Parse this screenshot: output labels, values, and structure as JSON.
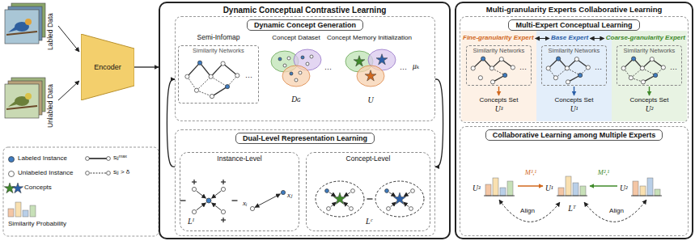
{
  "diagram": {
    "nodes": [
      {
        "text": [
          "Encoder"
        ]
      },
      {
        "text": [
          "Dynamic Conceptual Contrastive Learning"
        ]
      },
      {
        "text": [
          "Dynamic Concept Generation"
        ],
        "in": 1
      },
      {
        "text": [
          "Similarity Networks"
        ],
        "in": 2
      },
      {
        "text": [
          "Dual-Level Representation Learning"
        ],
        "in": 1
      },
      {
        "text": [
          "Instance-Level"
        ],
        "in": 4
      },
      {
        "text": [
          "Concept-Level"
        ],
        "in": 4
      },
      {
        "text": [
          "Multi-granularity Experts Collaborative Learning"
        ]
      },
      {
        "text": [
          "Multi-Expert Conceptual Learning"
        ],
        "in": 7
      },
      {
        "text": [
          "Similarity Networks"
        ],
        "in": 8
      },
      {
        "text": [
          "Similarity Networks"
        ],
        "in": 8
      },
      {
        "text": [
          "Similarity Networks"
        ],
        "in": 8
      },
      {
        "text": [
          "Collaborative Learning among Multiple Experts"
        ],
        "in": 7
      }
    ],
    "edges": [
      {
        "from": 0,
        "to": 1,
        "arrow": "to"
      },
      {
        "from": 4,
        "to": 2,
        "arrow": "to"
      },
      {
        "from": 2,
        "to": 4,
        "arrow": "to"
      }
    ],
    "labels": [
      "Labled Data",
      "Unlabled Data",
      "Semi-Infomap",
      "···",
      "Concept Dataset",
      "Dɢ",
      "···",
      "Concept Memory Initialization",
      "U",
      "···",
      "μₖ",
      "xᵢ",
      "xⱼ",
      "Lᴵ",
      "Lᶜ",
      "Fine-granularity Expert",
      "Base Expert",
      "Coarse-granularity Expert",
      "···",
      "···",
      "···",
      "Concepts Set",
      "Concepts Set",
      "Concepts Set",
      "U³",
      "U¹",
      "U²",
      "U³",
      "U¹",
      "U²",
      "M³,¹",
      "M²,¹",
      "Align",
      "Align",
      "Lᵀ"
    ],
    "legend": [
      {
        "text": "Labeled Instance",
        "color": "#3f7cc0"
      },
      {
        "text": "Unlabeled Instance"
      },
      {
        "text": "Concepts"
      },
      {
        "text": "Similarity Probability"
      },
      {
        "text": "sᵢⱼᵐᵃˣ"
      },
      {
        "text": "sᵢⱼ > δ"
      }
    ]
  }
}
